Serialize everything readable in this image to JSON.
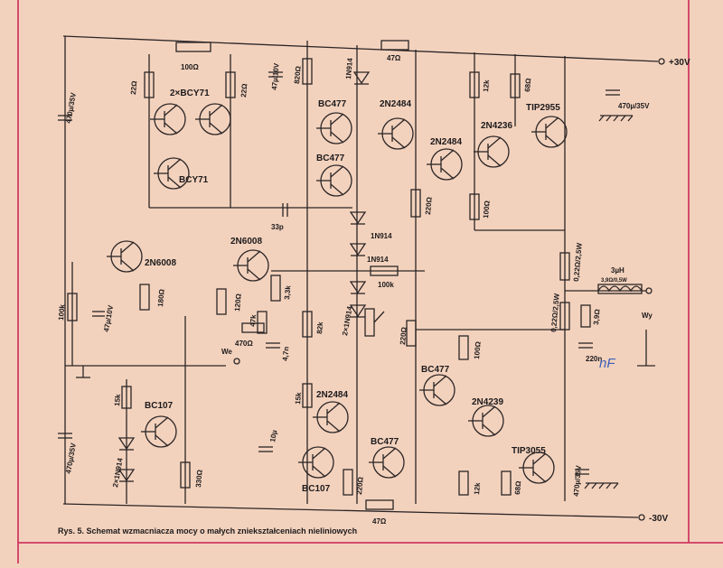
{
  "caption": "Rys. 5. Schemat wzmacniacza mocy o małych zniekształceniach nieliniowych",
  "rails": {
    "positive": "+30V",
    "negative": "-30V"
  },
  "io": {
    "input": "We",
    "output": "Wy"
  },
  "handwritten_note": "nF",
  "transistors": [
    {
      "id": "t1",
      "label": "2×BCY71"
    },
    {
      "id": "t3",
      "label": "BCY71"
    },
    {
      "id": "t4",
      "label": "2N6008"
    },
    {
      "id": "t5",
      "label": "2N6008"
    },
    {
      "id": "t6",
      "label": "BC477"
    },
    {
      "id": "t7",
      "label": "BC477"
    },
    {
      "id": "t8",
      "label": "2N2484"
    },
    {
      "id": "t9",
      "label": "2N2484"
    },
    {
      "id": "t10",
      "label": "2N4236"
    },
    {
      "id": "t11",
      "label": "TIP2955"
    },
    {
      "id": "t12",
      "label": "BC107"
    },
    {
      "id": "t13",
      "label": "2N2484"
    },
    {
      "id": "t14",
      "label": "BC107"
    },
    {
      "id": "t15",
      "label": "BC477"
    },
    {
      "id": "t16",
      "label": "BC477"
    },
    {
      "id": "t17",
      "label": "2N4239"
    },
    {
      "id": "t18",
      "label": "TIP3055"
    }
  ],
  "resistors": [
    {
      "id": "r1",
      "label": "100Ω"
    },
    {
      "id": "r2",
      "label": "22Ω"
    },
    {
      "id": "r3",
      "label": "22Ω"
    },
    {
      "id": "r4",
      "label": "820Ω"
    },
    {
      "id": "r5",
      "label": "47Ω"
    },
    {
      "id": "r6",
      "label": "12k"
    },
    {
      "id": "r7",
      "label": "68Ω"
    },
    {
      "id": "r8",
      "label": "220Ω"
    },
    {
      "id": "r9",
      "label": "100Ω"
    },
    {
      "id": "r10",
      "label": "180Ω"
    },
    {
      "id": "r11",
      "label": "120Ω"
    },
    {
      "id": "r12",
      "label": "3,3k"
    },
    {
      "id": "r13",
      "label": "100k"
    },
    {
      "id": "r14",
      "label": "100k"
    },
    {
      "id": "r15",
      "label": "47k"
    },
    {
      "id": "r16",
      "label": "470Ω"
    },
    {
      "id": "r17",
      "label": "82k"
    },
    {
      "id": "r18",
      "label": "220Ω"
    },
    {
      "id": "r19",
      "label": "0,22Ω/2,5W"
    },
    {
      "id": "r20",
      "label": "0,22Ω/2,5W"
    },
    {
      "id": "r21",
      "label": "3,9Ω"
    },
    {
      "id": "r22",
      "label": "15k"
    },
    {
      "id": "r23",
      "label": "330Ω"
    },
    {
      "id": "r24",
      "label": "15k"
    },
    {
      "id": "r25",
      "label": "220Ω"
    },
    {
      "id": "r26",
      "label": "100Ω"
    },
    {
      "id": "r27",
      "label": "12k"
    },
    {
      "id": "r28",
      "label": "68Ω"
    },
    {
      "id": "r29",
      "label": "47Ω"
    }
  ],
  "capacitors": [
    {
      "id": "c1",
      "label": "470µ/35V"
    },
    {
      "id": "c2",
      "label": "47µ/10V"
    },
    {
      "id": "c3",
      "label": "470µ/35V"
    },
    {
      "id": "c4",
      "label": "33p"
    },
    {
      "id": "c5",
      "label": "47µ/10V"
    },
    {
      "id": "c6",
      "label": "4,7n"
    },
    {
      "id": "c7",
      "label": "220n"
    },
    {
      "id": "c8",
      "label": "470µ/35V"
    },
    {
      "id": "c9",
      "label": "10µ"
    },
    {
      "id": "c10",
      "label": "470µ/35V"
    }
  ],
  "diodes": [
    {
      "id": "d1",
      "label": "1N914"
    },
    {
      "id": "d2",
      "label": "1N914"
    },
    {
      "id": "d3",
      "label": "1N914"
    },
    {
      "id": "d4",
      "label": "2×1N914"
    },
    {
      "id": "d5",
      "label": "2×1N914"
    }
  ],
  "inductor": {
    "label": "3µH",
    "sublabel": "3,9Ω/0,5W"
  }
}
